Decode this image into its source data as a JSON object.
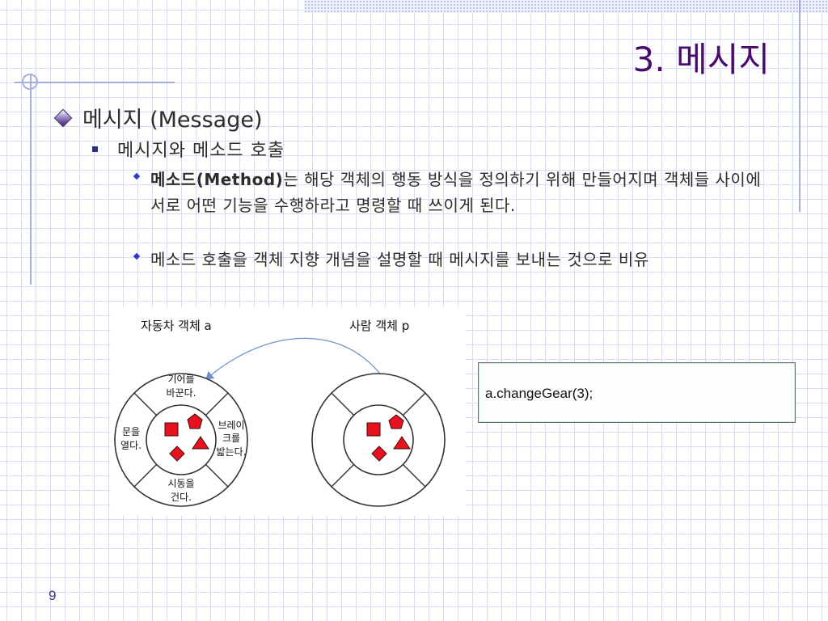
{
  "slide": {
    "title": "3. 메시지",
    "page_number": "9"
  },
  "content": {
    "level1": "메시지 (Message)",
    "level2": "메시지와 메소드 호출",
    "item1": {
      "bold": "메소드(Method)",
      "text": "는 해당 객체의 행동 방식을 정의하기 위해 만들어지며 객체들 사이에 서로 어떤 기능을 수행하라고 명령할 때 쓰이게 된다."
    },
    "item2": "메소드 호출을 객체 지향 개념을 설명할 때 메시지를 보내는 것으로 비유"
  },
  "diagram": {
    "car_label": "자동차 객체 a",
    "person_label": "사람 객체 p",
    "car_sections": {
      "top": [
        "기어를",
        "바꾼다."
      ],
      "left": [
        "문을",
        "열다."
      ],
      "right": [
        "브레이",
        "크를",
        "밟는다."
      ],
      "bottom": [
        "시동을",
        "건다."
      ]
    },
    "shape_colors": {
      "fill": "#e8121f",
      "stroke": "#3a0a0a",
      "arrow": "#6d8fd0"
    }
  },
  "code": {
    "text": "a.changeGear(3);"
  },
  "colors": {
    "title": "#4b0b6e",
    "grid": "#d9dcef",
    "accent": "#a7b0dd"
  }
}
